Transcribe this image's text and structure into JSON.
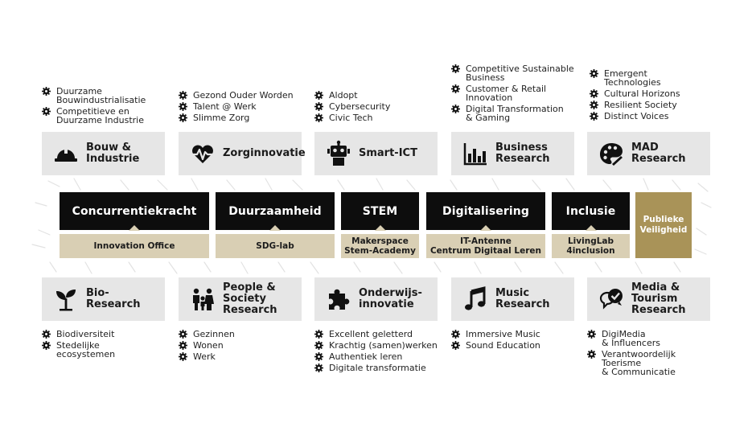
{
  "pillars": [
    {
      "label": "Concurrentiekracht",
      "sub": "Innovation Office"
    },
    {
      "label": "Duurzaamheid",
      "sub": "SDG-lab"
    },
    {
      "label": "STEM",
      "sub": "Makerspace\nStem-Academy"
    },
    {
      "label": "Digitalisering",
      "sub": "IT-Antenne\nCentrum Digitaal Leren"
    },
    {
      "label": "Inclusie",
      "sub": "LivingLab\n4inclusion"
    }
  ],
  "publieke_veiligheid": "Publieke\nVeiligheid",
  "top_groups": [
    {
      "title": "Bouw &\nIndustrie",
      "icon": "hard-hat-icon",
      "items": [
        "Duurzame\nBouwindustrialisatie",
        "Competitieve en\nDuurzame Industrie"
      ]
    },
    {
      "title": "Zorginnovatie",
      "icon": "heartbeat-icon",
      "items": [
        "Gezond Ouder Worden",
        "Talent @ Werk",
        "Slimme Zorg"
      ]
    },
    {
      "title": "Smart-ICT",
      "icon": "robot-icon",
      "items": [
        "Aldopt",
        "Cybersecurity",
        "Civic Tech"
      ]
    },
    {
      "title": "Business\nResearch",
      "icon": "bar-chart-icon",
      "items": [
        "Competitive Sustainable\nBusiness",
        "Customer & Retail\nInnovation",
        "Digital Transformation\n& Gaming"
      ]
    },
    {
      "title": "MAD\nResearch",
      "icon": "palette-icon",
      "items": [
        "Emergent\nTechnologies",
        "Cultural Horizons",
        "Resilient Society",
        "Distinct Voices"
      ]
    }
  ],
  "bottom_groups": [
    {
      "title": "Bio-\nResearch",
      "icon": "seedling-icon",
      "items": [
        "Biodiversiteit",
        "Stedelijke\necosystemen"
      ]
    },
    {
      "title": "People &\nSociety\nResearch",
      "icon": "family-icon",
      "items": [
        "Gezinnen",
        "Wonen",
        "Werk"
      ]
    },
    {
      "title": "Onderwijs-\ninnovatie",
      "icon": "puzzle-icon",
      "items": [
        "Excellent geletterd",
        "Krachtig (samen)werken",
        "Authentiek leren",
        "Digitale transformatie"
      ]
    },
    {
      "title": "Music\nResearch",
      "icon": "music-note-icon",
      "items": [
        "Immersive Music",
        "Sound Education"
      ]
    },
    {
      "title": "Media &\nTourism\nResearch",
      "icon": "chat-check-icon",
      "items": [
        "DigiMedia\n& Influencers",
        "Verantwoordelijk\nToerisme\n& Communicatie"
      ]
    }
  ]
}
